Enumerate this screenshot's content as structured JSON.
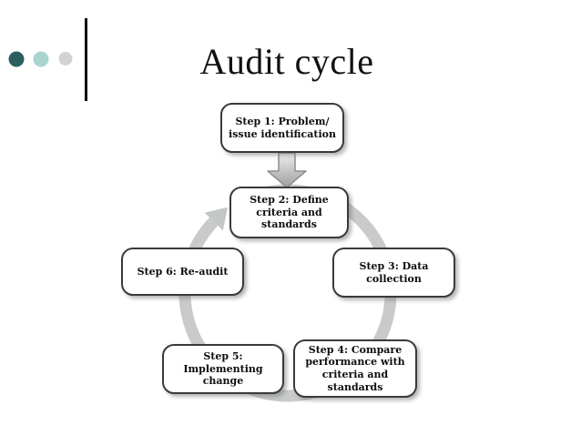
{
  "slide": {
    "title": "Audit cycle",
    "decorations": {
      "bullets": [
        {
          "name": "dark-teal-dot",
          "color": "#2e5f5f"
        },
        {
          "name": "light-teal-dot",
          "color": "#a9d4d0"
        },
        {
          "name": "gray-dot",
          "color": "#d2d2d2"
        }
      ],
      "divider_color": "#0a0a0a"
    },
    "diagram": {
      "ring_color": "#c9cbcb",
      "arrowhead_color": "#c4c7c7",
      "steps": [
        {
          "label": "Step 1: Problem/\nissue identification"
        },
        {
          "label": "Step 2: Define\ncriteria and\nstandards"
        },
        {
          "label": "Step 3: Data\ncollection"
        },
        {
          "label": "Step 4: Compare\nperformance with\ncriteria and\nstandards"
        },
        {
          "label": "Step 5:\nImplementing\nchange"
        },
        {
          "label": "Step 6: Re-audit"
        }
      ]
    }
  }
}
